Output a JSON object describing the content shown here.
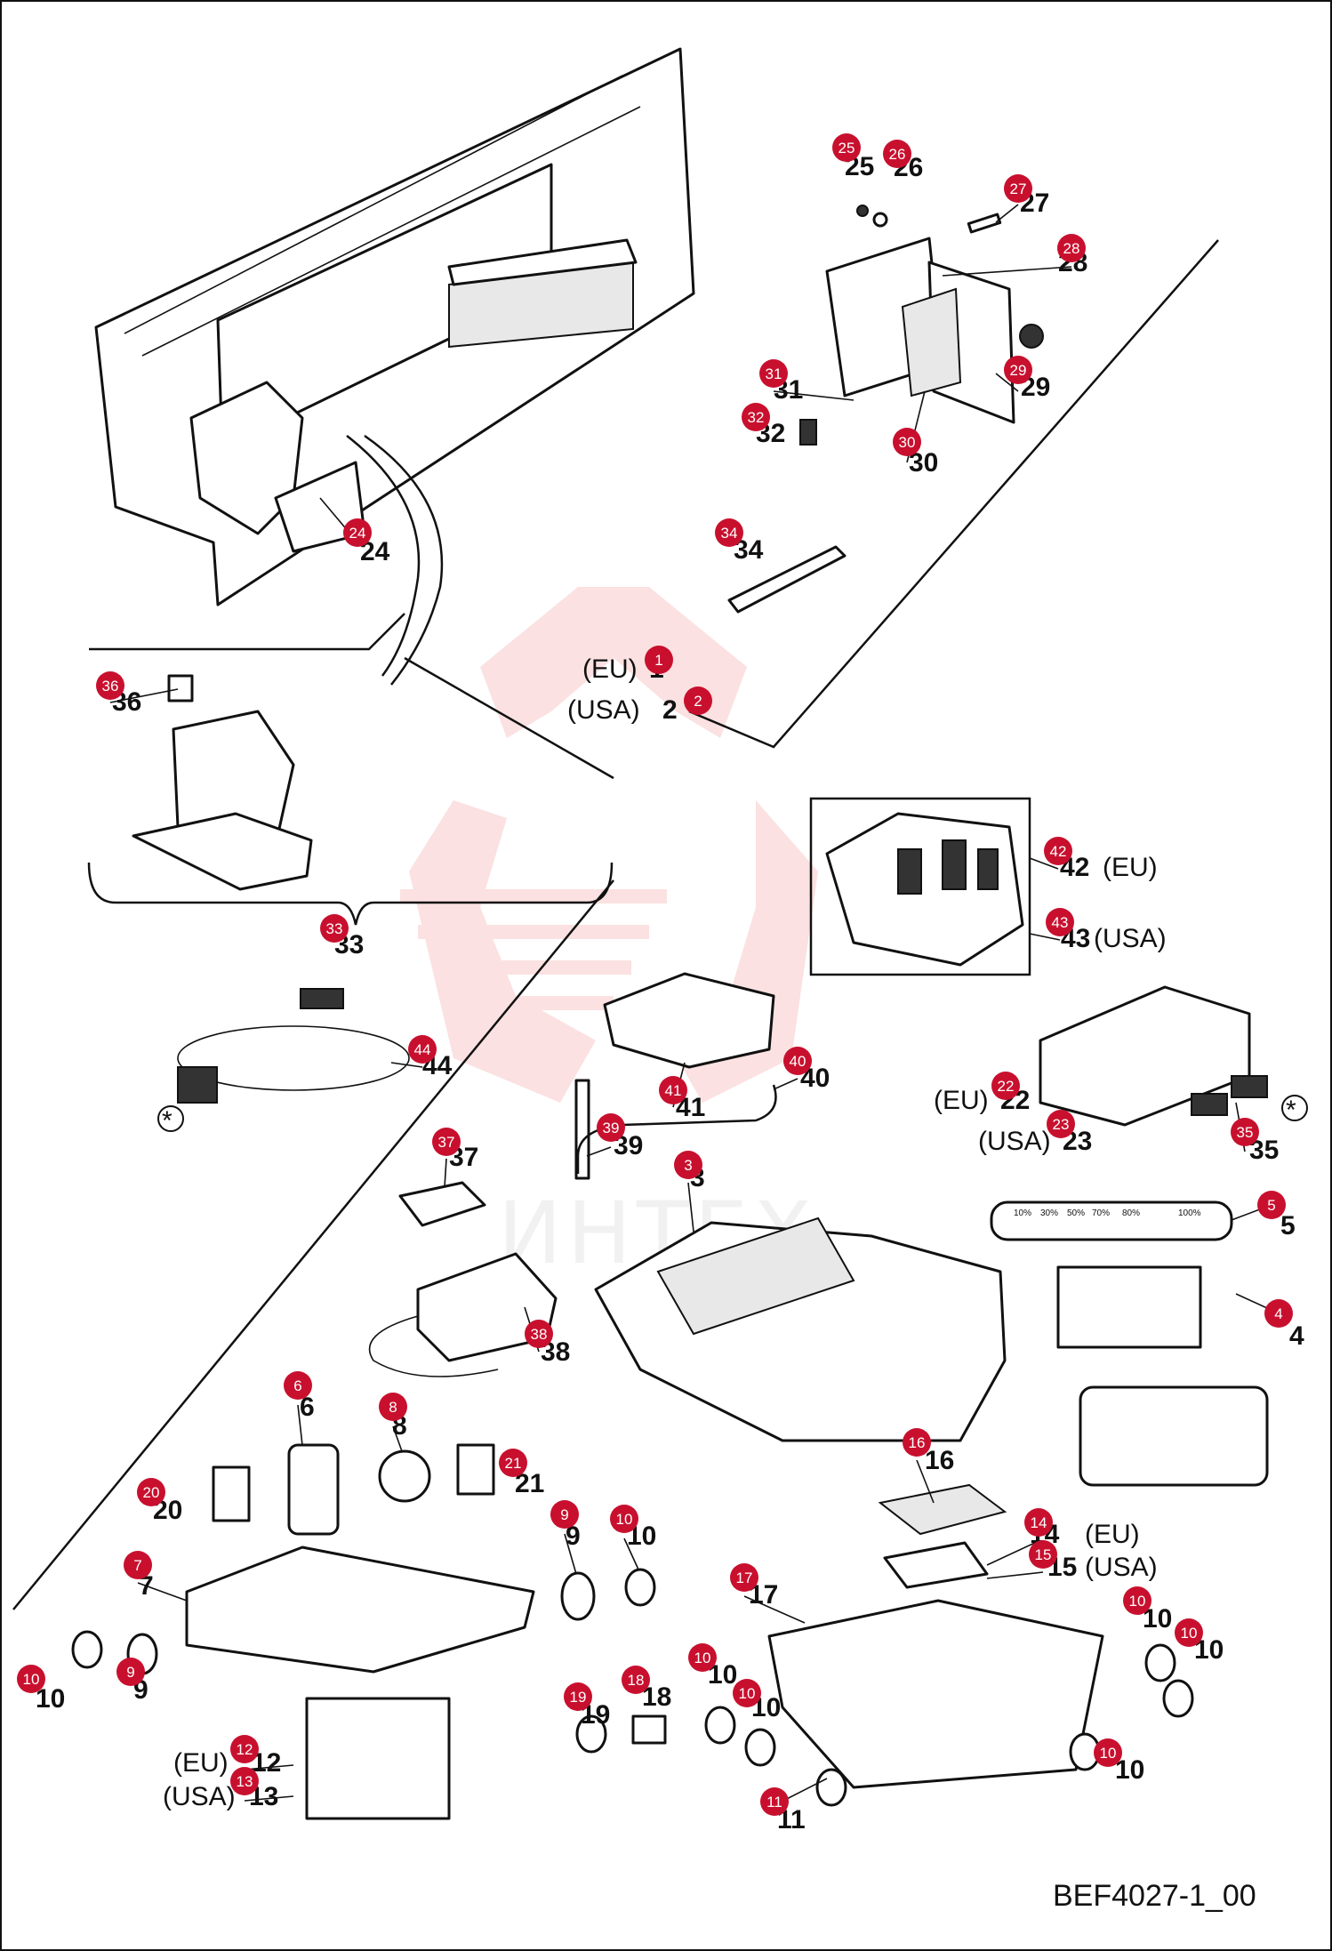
{
  "diagram": {
    "reference_code": "BEF4027-1_00",
    "watermark_text": "ИНТЕХ",
    "accent_color": "#c8102e",
    "callouts": [
      {
        "n": "1",
        "label": "1",
        "region": "(EU)"
      },
      {
        "n": "2",
        "label": "2",
        "region": "(USA)"
      },
      {
        "n": "3",
        "label": "3"
      },
      {
        "n": "4",
        "label": "4"
      },
      {
        "n": "5",
        "label": "5"
      },
      {
        "n": "6",
        "label": "6"
      },
      {
        "n": "7",
        "label": "7"
      },
      {
        "n": "8",
        "label": "8"
      },
      {
        "n": "9",
        "label": "9"
      },
      {
        "n": "9",
        "label": "9"
      },
      {
        "n": "10",
        "label": "10"
      },
      {
        "n": "10",
        "label": "10"
      },
      {
        "n": "10",
        "label": "10"
      },
      {
        "n": "10",
        "label": "10"
      },
      {
        "n": "10",
        "label": "10"
      },
      {
        "n": "10",
        "label": "10"
      },
      {
        "n": "10",
        "label": "10"
      },
      {
        "n": "11",
        "label": "11"
      },
      {
        "n": "12",
        "label": "12",
        "region": "(EU)"
      },
      {
        "n": "13",
        "label": "13",
        "region": "(USA)"
      },
      {
        "n": "14",
        "label": "14",
        "region": "(EU)"
      },
      {
        "n": "15",
        "label": "15",
        "region": "(USA)"
      },
      {
        "n": "16",
        "label": "16"
      },
      {
        "n": "17",
        "label": "17"
      },
      {
        "n": "18",
        "label": "18"
      },
      {
        "n": "19",
        "label": "19"
      },
      {
        "n": "20",
        "label": "20"
      },
      {
        "n": "21",
        "label": "21"
      },
      {
        "n": "22",
        "label": "22",
        "region": "(EU)"
      },
      {
        "n": "23",
        "label": "23",
        "region": "(USA)"
      },
      {
        "n": "24",
        "label": "24"
      },
      {
        "n": "25",
        "label": "25"
      },
      {
        "n": "26",
        "label": "26"
      },
      {
        "n": "27",
        "label": "27"
      },
      {
        "n": "28",
        "label": "28"
      },
      {
        "n": "29",
        "label": "29"
      },
      {
        "n": "30",
        "label": "30"
      },
      {
        "n": "31",
        "label": "31"
      },
      {
        "n": "32",
        "label": "32"
      },
      {
        "n": "33",
        "label": "33"
      },
      {
        "n": "34",
        "label": "34"
      },
      {
        "n": "35",
        "label": "35"
      },
      {
        "n": "36",
        "label": "36"
      },
      {
        "n": "37",
        "label": "37"
      },
      {
        "n": "38",
        "label": "38"
      },
      {
        "n": "39",
        "label": "39"
      },
      {
        "n": "40",
        "label": "40"
      },
      {
        "n": "41",
        "label": "41"
      },
      {
        "n": "42",
        "label": "42",
        "region": "(EU)"
      },
      {
        "n": "43",
        "label": "43",
        "region": "(USA)"
      },
      {
        "n": "44",
        "label": "44"
      }
    ],
    "asterisk": "*",
    "display_gauge": [
      "10%",
      "30%",
      "50%",
      "70%",
      "80%",
      "100%"
    ]
  }
}
